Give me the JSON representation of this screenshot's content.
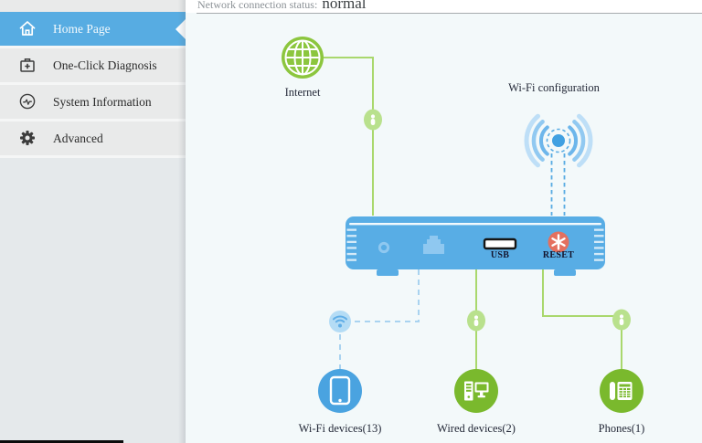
{
  "header": {
    "status_label": "Network connection status:",
    "status_value": "normal"
  },
  "sidebar": {
    "items": [
      {
        "label": "Home Page",
        "icon": "home-icon",
        "active": true
      },
      {
        "label": "One-Click Diagnosis",
        "icon": "first-aid-icon",
        "active": false
      },
      {
        "label": "System Information",
        "icon": "gauge-icon",
        "active": false
      },
      {
        "label": "Advanced",
        "icon": "gear-icon",
        "active": false
      }
    ]
  },
  "diagram": {
    "internet_label": "Internet",
    "wifi_config_label": "Wi-Fi configuration",
    "router": {
      "usb_label": "USB",
      "reset_label": "RESET"
    },
    "devices": [
      {
        "label": "Wi-Fi devices(13)",
        "type": "wifi",
        "count": 13
      },
      {
        "label": "Wired devices(2)",
        "type": "wired",
        "count": 2
      },
      {
        "label": "Phones(1)",
        "type": "phone",
        "count": 1
      }
    ]
  },
  "colors": {
    "accent_blue": "#57ace2",
    "router_blue": "#58ade5",
    "device_blue": "#4aa3e0",
    "globe_green": "#8cc63e",
    "line_green": "#a9d86d",
    "badge_green": "#b9e18d",
    "device_green": "#7ab92d",
    "reset_red": "#e4705f",
    "content_bg": "#f3f9fa",
    "sidebar_bg": "#e9eaea"
  }
}
